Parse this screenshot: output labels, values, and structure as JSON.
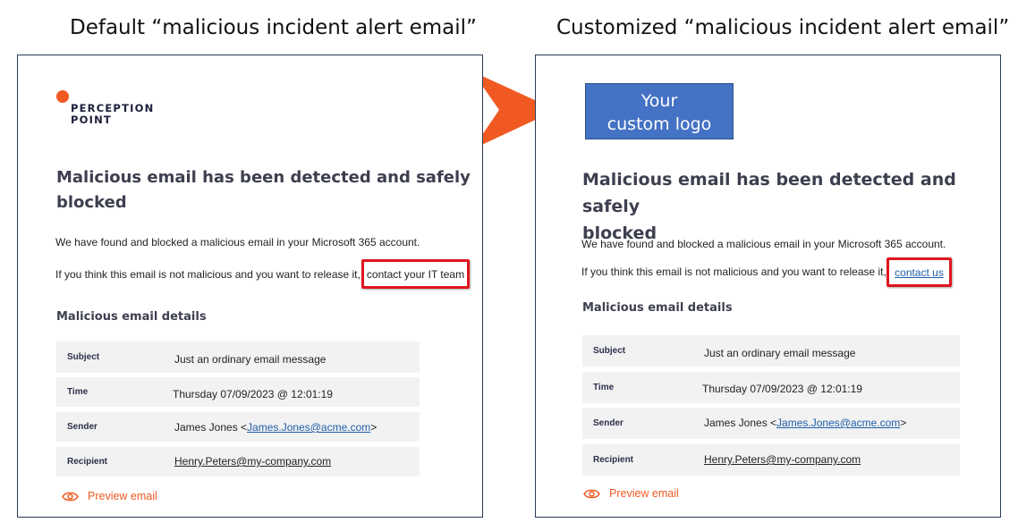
{
  "captions": {
    "default": "Default “malicious incident alert email”",
    "customized": "Customized “malicious incident alert email”"
  },
  "default_email": {
    "logo_line1": "PERCEPTION",
    "logo_line2": "POINT",
    "headline_line1": "Malicious email has been detected and safely",
    "headline_line2": "blocked",
    "intro": "We have found and blocked a malicious email in your Microsoft 365 account.",
    "release_prefix": "If you think this email is not malicious and you want to release it,",
    "release_link": "contact your IT team",
    "details_title": "Malicious email details",
    "rows": [
      {
        "label": "Subject",
        "value": "Just an ordinary email message"
      },
      {
        "label": "Time",
        "value": "Thursday 07/09/2023 @ 12:01:19"
      },
      {
        "label": "Sender",
        "value_prefix": "James Jones <",
        "value_link": "James.Jones@acme.com",
        "value_suffix": ">"
      },
      {
        "label": "Recipient",
        "value_link": "Henry.Peters@my-company.com"
      }
    ],
    "preview": "Preview email"
  },
  "custom_email": {
    "logo_line1": "Your",
    "logo_line2": "custom logo",
    "headline_line1": "Malicious email has been detected and safely",
    "headline_line2": "blocked",
    "intro": "We have found and blocked a malicious email in your Microsoft 365 account.",
    "release_prefix": "If you think this email is not malicious and you want to release it,",
    "release_link": "contact us",
    "details_title": "Malicious email details",
    "rows": [
      {
        "label": "Subject",
        "value": "Just an ordinary email message"
      },
      {
        "label": "Time",
        "value": "Thursday 07/09/2023 @ 12:01:19"
      },
      {
        "label": "Sender",
        "value_prefix": "James Jones <",
        "value_link": "James.Jones@acme.com",
        "value_suffix": ">"
      },
      {
        "label": "Recipient",
        "value_link": "Henry.Peters@my-company.com"
      }
    ],
    "preview": "Preview email"
  },
  "colors": {
    "accent_orange": "#f05a22",
    "highlight_red": "#e0141e",
    "custom_logo_blue": "#4472c4",
    "link_blue": "#1f5fa8"
  },
  "icons": [
    "right-arrow-icon",
    "eye-icon"
  ]
}
